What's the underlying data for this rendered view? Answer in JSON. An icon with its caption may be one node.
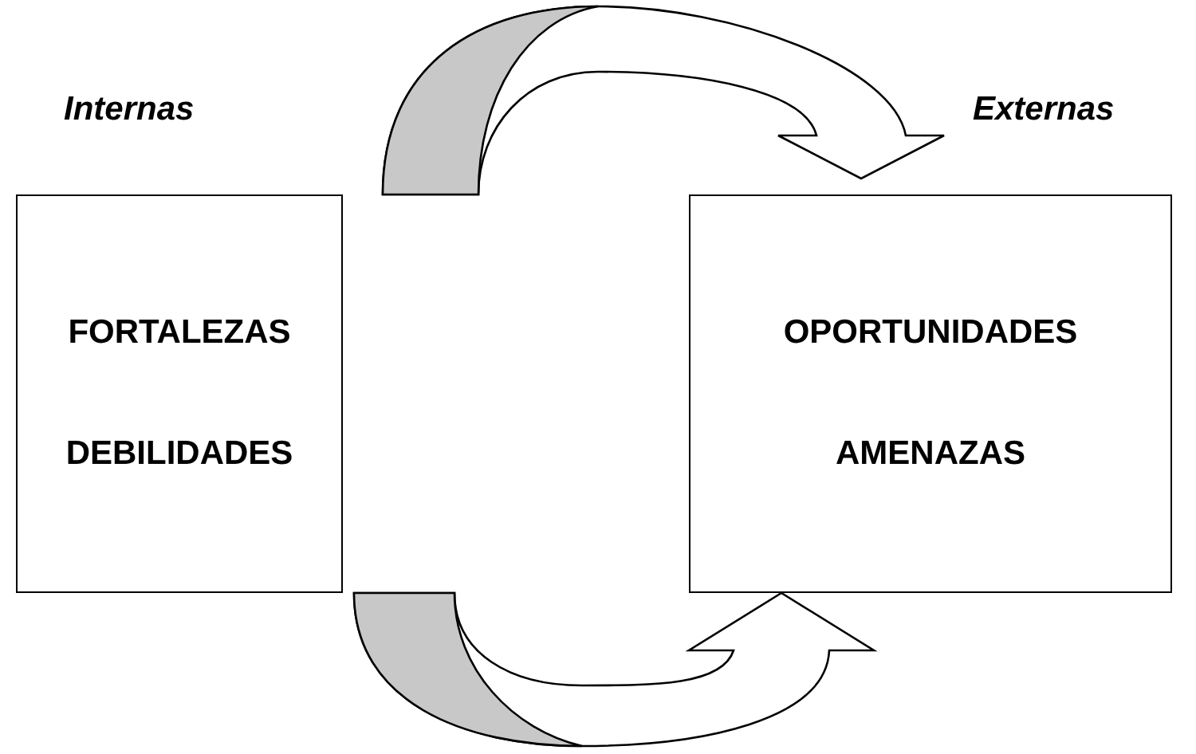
{
  "diagram": {
    "nodes": [
      {
        "text": [
          "FORTALEZAS",
          "DEBILIDADES"
        ],
        "beside": [
          "Internas"
        ]
      },
      {
        "text": [
          "OPORTUNIDADES",
          "AMENAZAS"
        ],
        "beside": [
          "Externas"
        ]
      }
    ],
    "edges": [
      {
        "from": 0,
        "to": 1,
        "arrow": "to"
      },
      {
        "from": 0,
        "to": 1,
        "arrow": "to"
      }
    ]
  }
}
